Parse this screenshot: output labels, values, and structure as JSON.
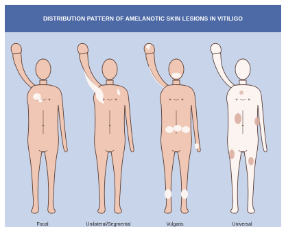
{
  "title": "DISTRIBUTION PATTERN OF AMELANOTIC SKIN LESIONS IN VITILIGO",
  "figures": [
    {
      "caption": "Focal"
    },
    {
      "caption": "Unilateral/Segmental"
    },
    {
      "caption": "Vulgaris"
    },
    {
      "caption": "Universal"
    }
  ],
  "colors": {
    "header": "#4d6aa6",
    "background": "#c8d4ea",
    "skin": "#efc7b4",
    "skin_outline": "#5b3f35",
    "depigmented": "#fbf4f1",
    "residual_pigment": "#d9ab9e"
  },
  "icons": [
    "human-figure-outline"
  ]
}
